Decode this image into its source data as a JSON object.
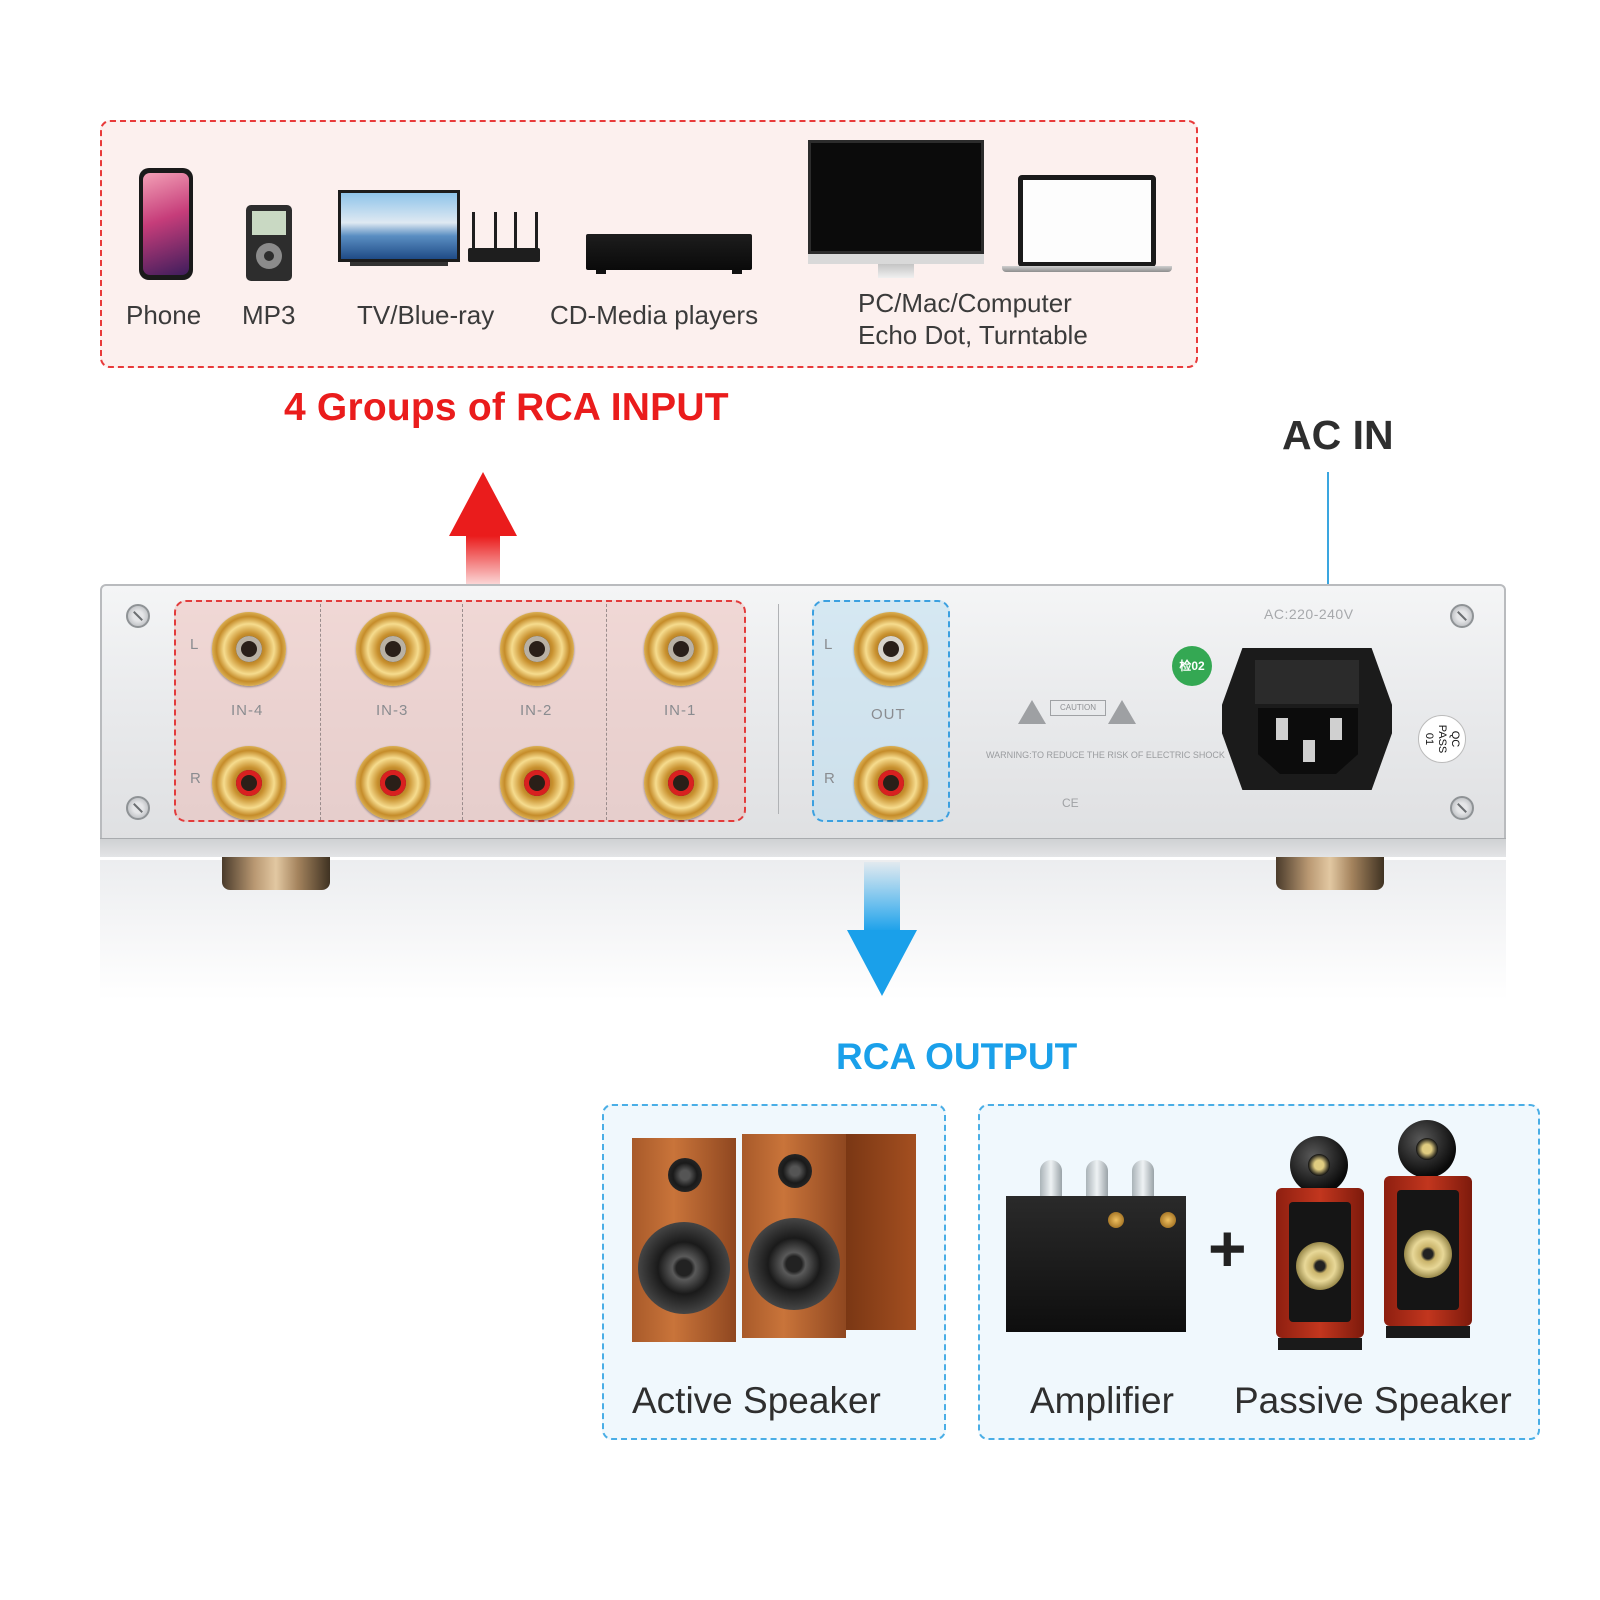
{
  "input_sources": {
    "phone": "Phone",
    "mp3": "MP3",
    "tv": "TV/Blue-ray",
    "cd": "CD-Media players",
    "pc_line1": "PC/Mac/Computer",
    "pc_line2": "Echo Dot, Turntable"
  },
  "headings": {
    "rca_input": "4 Groups of RCA INPUT",
    "ac_in": "AC IN",
    "rca_output": "RCA OUTPUT"
  },
  "panel": {
    "channel_left": "L",
    "channel_right": "R",
    "inputs": [
      "IN-4",
      "IN-3",
      "IN-2",
      "IN-1"
    ],
    "output": "OUT",
    "voltage": "AC:220-240V",
    "caution": "CAUTION",
    "warning": "WARNING:TO REDUCE THE RISK OF ELECTRIC SHOCK",
    "cert_mark": "检02",
    "qc_line1": "QC",
    "qc_line2": "PASS",
    "qc_line3": "01",
    "ce_mark": "CE"
  },
  "outputs": {
    "active_speaker": "Active Speaker",
    "amplifier": "Amplifier",
    "passive_speaker": "Passive Speaker"
  },
  "colors": {
    "input_accent": "#ea1c1c",
    "output_accent": "#1aa0ea",
    "ac_accent": "#2e2e2e"
  }
}
